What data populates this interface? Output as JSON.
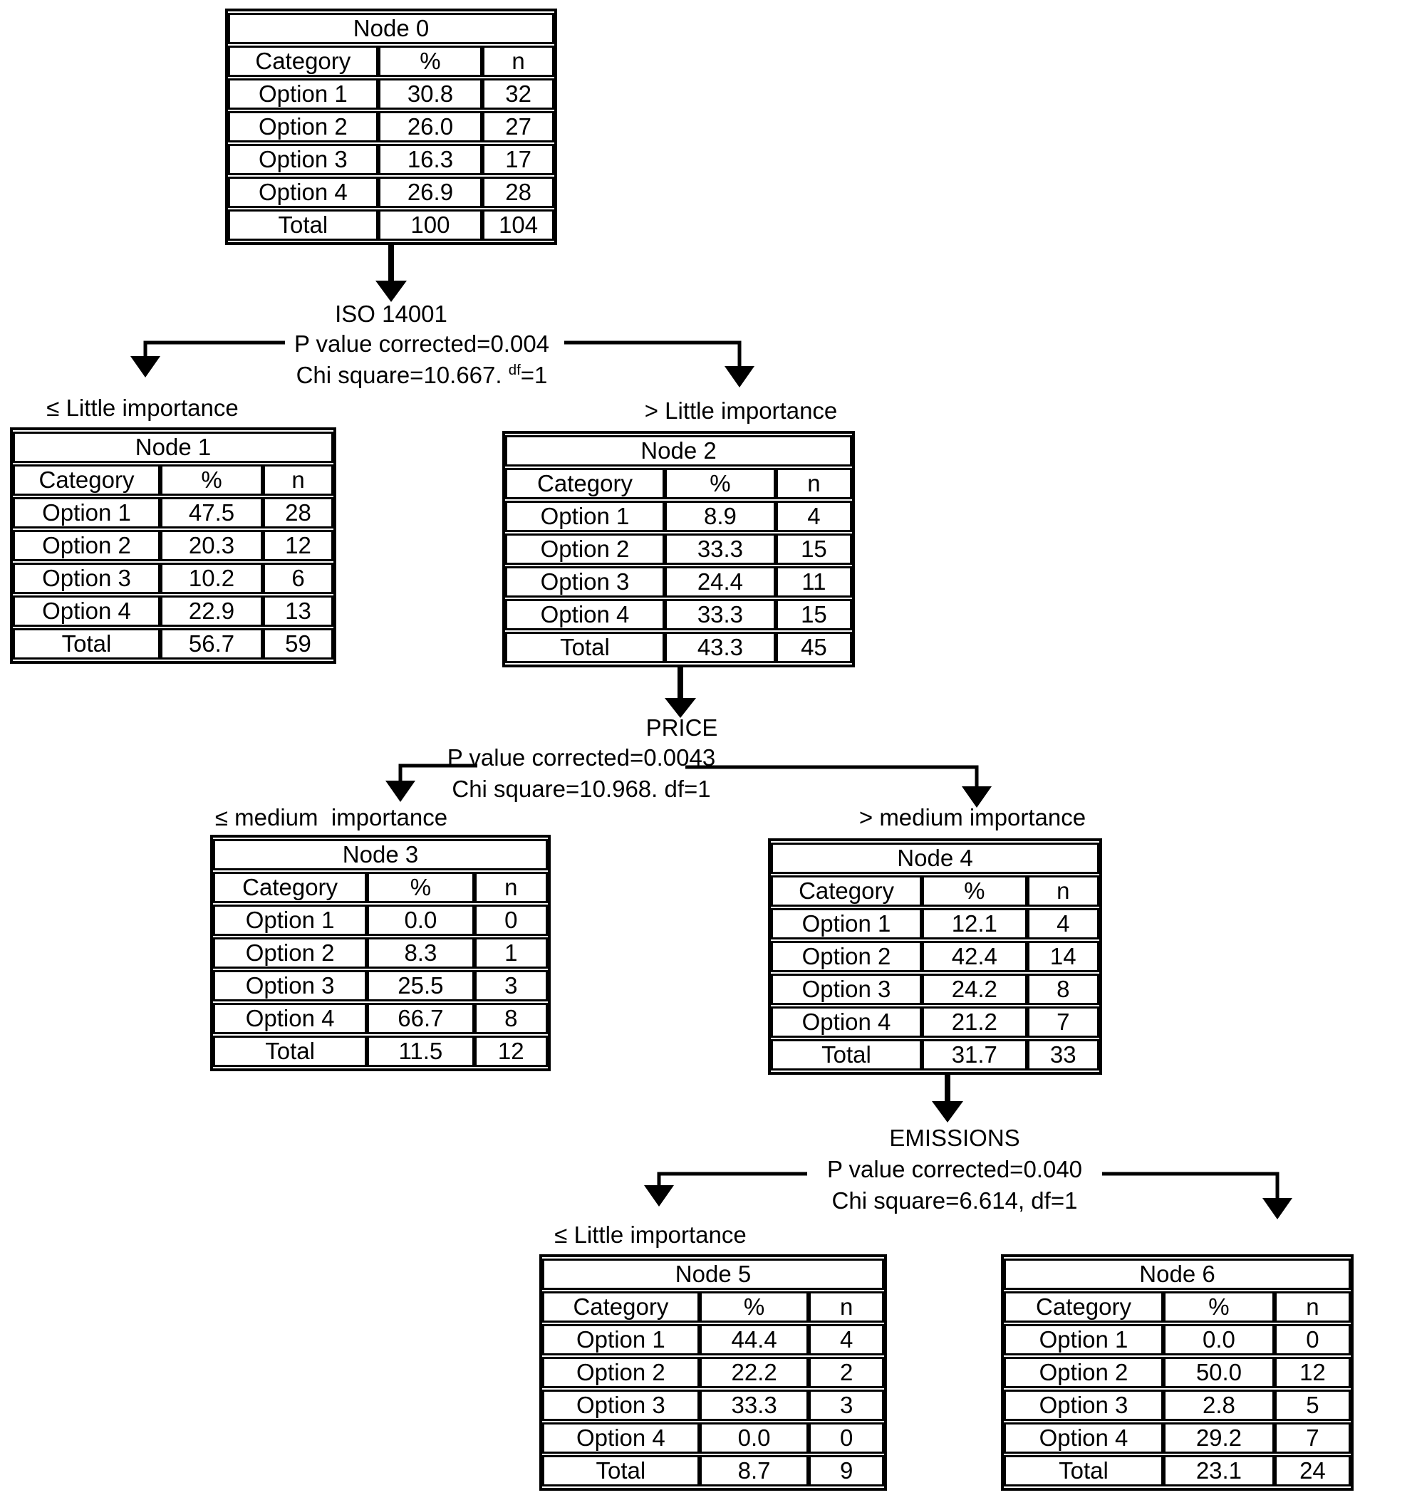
{
  "headers": [
    "Category",
    "%",
    "n"
  ],
  "nodes": {
    "n0": {
      "title": "Node 0",
      "label": "",
      "rows": [
        [
          "Option 1",
          "30.8",
          "32"
        ],
        [
          "Option 2",
          "26.0",
          "27"
        ],
        [
          "Option 3",
          "16.3",
          "17"
        ],
        [
          "Option 4",
          "26.9",
          "28"
        ],
        [
          "Total",
          "100",
          "104"
        ]
      ]
    },
    "n1": {
      "title": "Node 1",
      "label": "≤ Little importance",
      "rows": [
        [
          "Option 1",
          "47.5",
          "28"
        ],
        [
          "Option 2",
          "20.3",
          "12"
        ],
        [
          "Option 3",
          "10.2",
          "6"
        ],
        [
          "Option 4",
          "22.9",
          "13"
        ],
        [
          "Total",
          "56.7",
          "59"
        ]
      ]
    },
    "n2": {
      "title": "Node 2",
      "label": "> Little importance",
      "rows": [
        [
          "Option 1",
          "8.9",
          "4"
        ],
        [
          "Option 2",
          "33.3",
          "15"
        ],
        [
          "Option 3",
          "24.4",
          "11"
        ],
        [
          "Option 4",
          "33.3",
          "15"
        ],
        [
          "Total",
          "43.3",
          "45"
        ]
      ]
    },
    "n3": {
      "title": "Node 3",
      "label": "≤ medium  importance",
      "rows": [
        [
          "Option 1",
          "0.0",
          "0"
        ],
        [
          "Option 2",
          "8.3",
          "1"
        ],
        [
          "Option 3",
          "25.5",
          "3"
        ],
        [
          "Option 4",
          "66.7",
          "8"
        ],
        [
          "Total",
          "11.5",
          "12"
        ]
      ]
    },
    "n4": {
      "title": "Node 4",
      "label": "> medium importance",
      "rows": [
        [
          "Option 1",
          "12.1",
          "4"
        ],
        [
          "Option 2",
          "42.4",
          "14"
        ],
        [
          "Option 3",
          "24.2",
          "8"
        ],
        [
          "Option 4",
          "21.2",
          "7"
        ],
        [
          "Total",
          "31.7",
          "33"
        ]
      ]
    },
    "n5": {
      "title": "Node 5",
      "label": "≤ Little importance",
      "rows": [
        [
          "Option 1",
          "44.4",
          "4"
        ],
        [
          "Option 2",
          "22.2",
          "2"
        ],
        [
          "Option 3",
          "33.3",
          "3"
        ],
        [
          "Option 4",
          "0.0",
          "0"
        ],
        [
          "Total",
          "8.7",
          "9"
        ]
      ]
    },
    "n6": {
      "title": "Node 6",
      "label": "",
      "rows": [
        [
          "Option 1",
          "0.0",
          "0"
        ],
        [
          "Option 2",
          "50.0",
          "12"
        ],
        [
          "Option 3",
          "2.8",
          "5"
        ],
        [
          "Option 4",
          "29.2",
          "7"
        ],
        [
          "Total",
          "23.1",
          "24"
        ]
      ]
    }
  },
  "splits": {
    "iso": {
      "variable": "ISO 14001",
      "p_line": "P value corrected=0.004",
      "chi_pre": "Chi square=10.667. ",
      "chi_sup": "df",
      "chi_post": "=1"
    },
    "price": {
      "variable": "PRICE",
      "p_line": "P value corrected=0.0043",
      "chi_pre": "Chi square=10.968. df=1",
      "chi_sup": "",
      "chi_post": ""
    },
    "emissions": {
      "variable": "EMISSIONS",
      "p_line": "P value corrected=0.040",
      "chi_pre": "Chi square=6.614, df=1",
      "chi_sup": "",
      "chi_post": ""
    }
  },
  "colors": {
    "line": "#000000",
    "background": "#ffffff",
    "text": "#000000"
  }
}
